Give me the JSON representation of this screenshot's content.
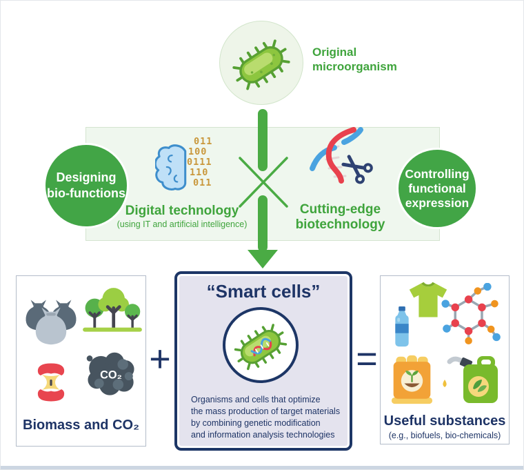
{
  "colors": {
    "green": "#3fa43c",
    "arrow_green": "#4aab44",
    "navy": "#1e3466",
    "band_bg": "#eff7ee",
    "smartcells_bg": "#e4e3ee"
  },
  "header": {
    "original_label": [
      "Original",
      "microorganism"
    ]
  },
  "process": {
    "designing": [
      "Designing",
      "bio-functions"
    ],
    "controlling": [
      "Controlling",
      "functional",
      "expression"
    ],
    "digital": {
      "title": "Digital technology",
      "subtitle": "(using IT and artificial intelligence)",
      "binary": [
        "011",
        "100",
        "0111",
        "110",
        "011"
      ]
    },
    "biotech": [
      "Cutting-edge",
      "biotechnology"
    ]
  },
  "equation": {
    "plus": "+",
    "equals": "=",
    "biomass": {
      "label": "Biomass and CO₂",
      "co2": "CO₂"
    },
    "smartcells": {
      "title": "“Smart cells”",
      "description": [
        "Organisms and cells that optimize",
        "the mass production of target materials",
        "by combining genetic modification",
        "and information analysis technologies"
      ]
    },
    "useful": {
      "label": "Useful substances",
      "sublabel": "(e.g., biofuels, bio-chemicals)"
    }
  }
}
